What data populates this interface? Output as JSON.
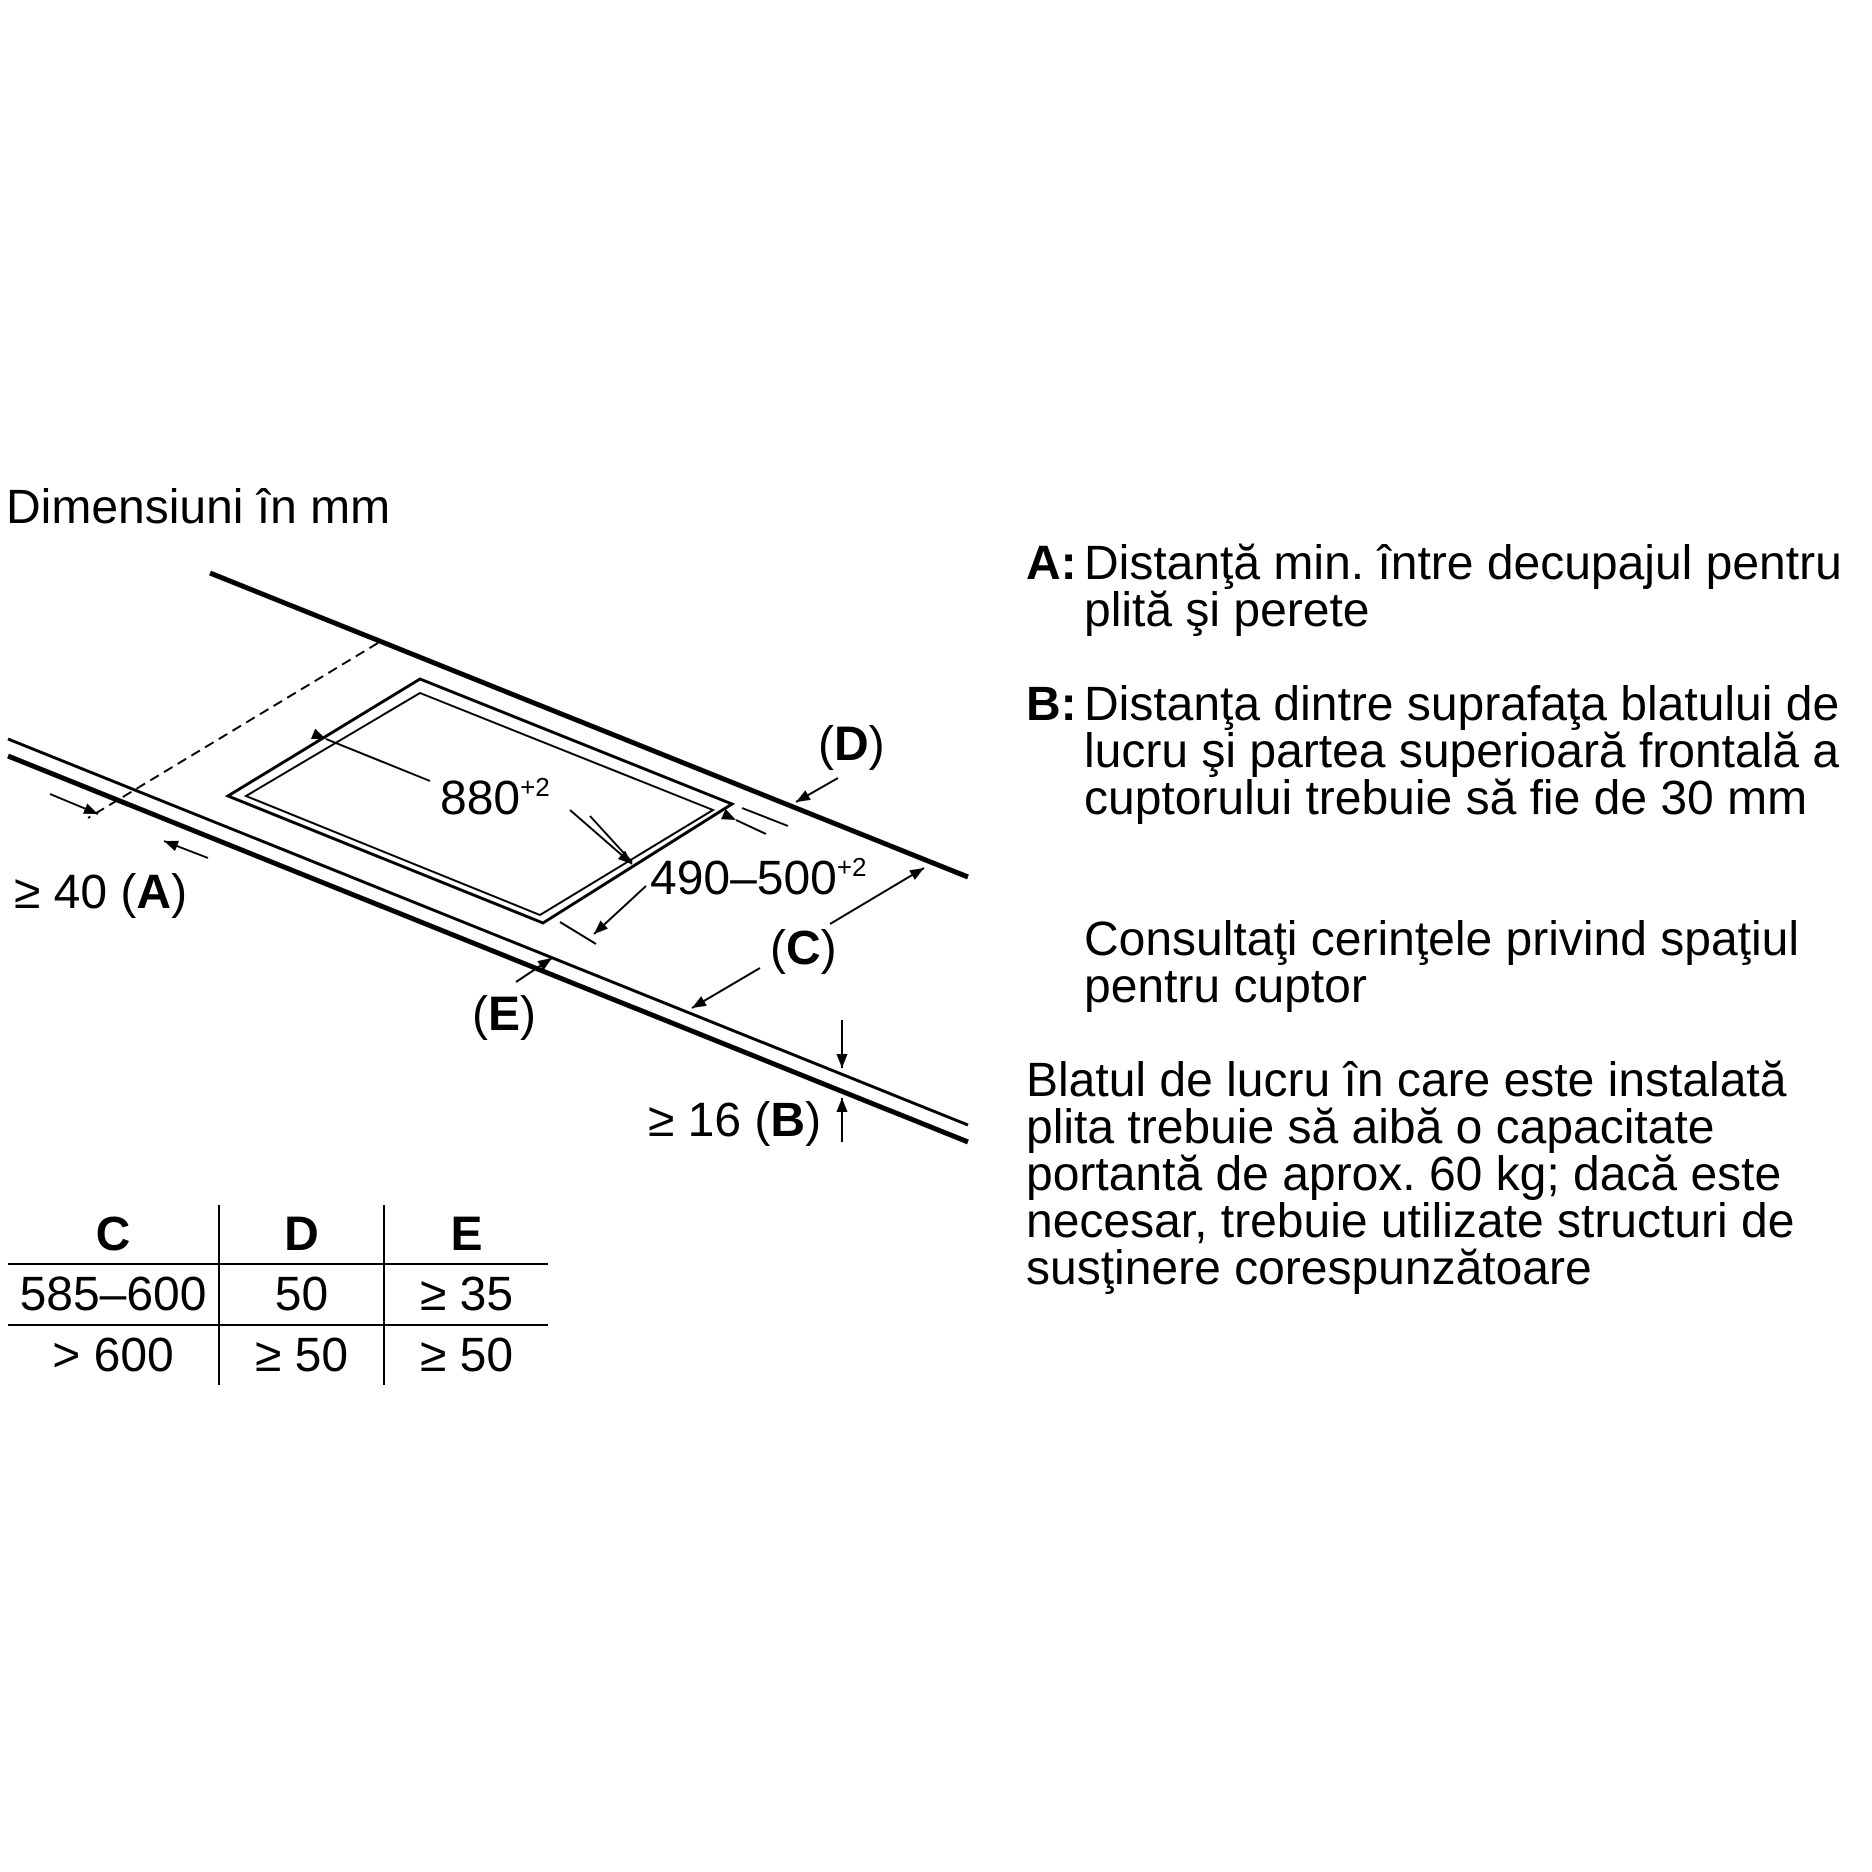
{
  "header": {
    "title": "Dimensiuni în mm"
  },
  "diagram": {
    "cutout_width": "880",
    "cutout_width_tol": "+2",
    "cutout_depth": "490–500",
    "cutout_depth_tol": "+2",
    "dim_a": {
      "prefix": "≥ 40 (",
      "key": "A",
      "suffix": ")"
    },
    "dim_b": {
      "prefix": "≥ 16 (",
      "key": "B",
      "suffix": ")"
    },
    "dim_c": {
      "prefix": "(",
      "key": "C",
      "suffix": ")"
    },
    "dim_d": {
      "prefix": "(",
      "key": "D",
      "suffix": ")"
    },
    "dim_e": {
      "prefix": "(",
      "key": "E",
      "suffix": ")"
    }
  },
  "legend": [
    {
      "key": "A:",
      "text": "Distanţă min. între decupajul pentru plită şi perete"
    },
    {
      "key": "B:",
      "text": "Distanţa dintre suprafaţa blatului de lucru şi partea superioară frontală a cuptorului trebuie să fie de 30 mm"
    },
    {
      "key": "",
      "text": "Consultaţi cerinţele privind spaţiul pentru cuptor"
    }
  ],
  "note": "Blatul de lucru în care este instalată plita trebuie să aibă o capacitate portantă de aprox. 60 kg; dacă este necesar, trebuie utilizate structuri de susţinere corespunzătoare",
  "table": {
    "headers": [
      "C",
      "D",
      "E"
    ],
    "rows": [
      [
        "585–600",
        "50",
        "≥ 35"
      ],
      [
        "> 600",
        "≥ 50",
        "≥ 50"
      ]
    ]
  }
}
